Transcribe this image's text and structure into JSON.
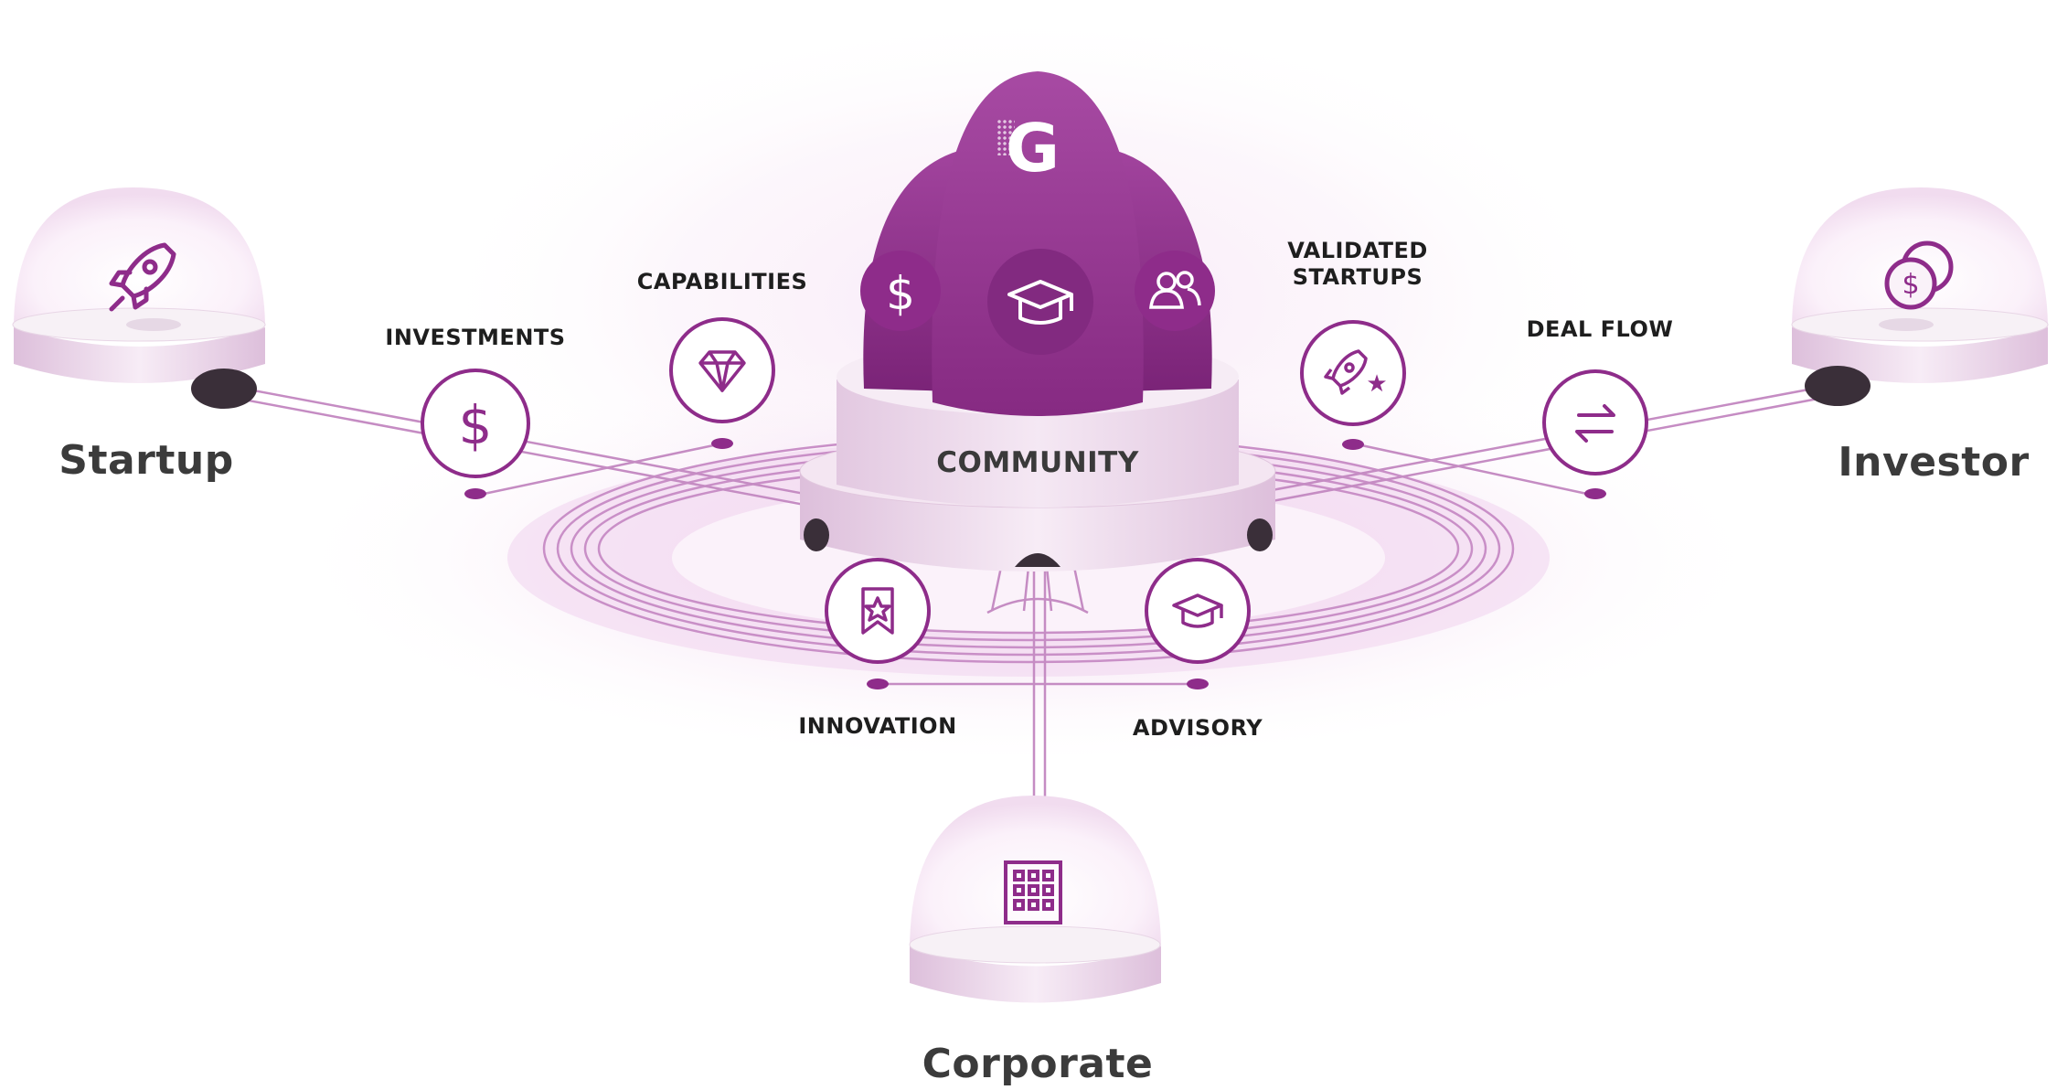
{
  "nodes": {
    "startup": "Startup",
    "investor": "Investor",
    "corporate": "Corporate",
    "hub": "COMMUNITY",
    "hub_logo": "G"
  },
  "services": {
    "investments": "INVESTMENTS",
    "capabilities": "CAPABILITIES",
    "validated_startups_line1": "VALIDATED",
    "validated_startups_line2": "STARTUPS",
    "deal_flow": "DEAL FLOW",
    "innovation": "INNOVATION",
    "advisory": "ADVISORY"
  },
  "icons": {
    "startup": "rocket-icon",
    "investor": "coins-icon",
    "corporate": "building-icon",
    "investments": "dollar-icon",
    "capabilities": "diamond-icon",
    "validated_startups": "rocket-star-icon",
    "deal_flow": "swap-arrows-icon",
    "innovation": "bookmark-star-icon",
    "advisory": "graduation-cap-icon",
    "hub_left": "dollar-icon",
    "hub_center": "graduation-cap-icon",
    "hub_right": "people-icon"
  },
  "colors": {
    "accent": "#8e2c8a",
    "accent_dark": "#6b1f6b",
    "lines": "#c58cc3",
    "halo": "#f3def1",
    "label": "#1e1e1e"
  }
}
